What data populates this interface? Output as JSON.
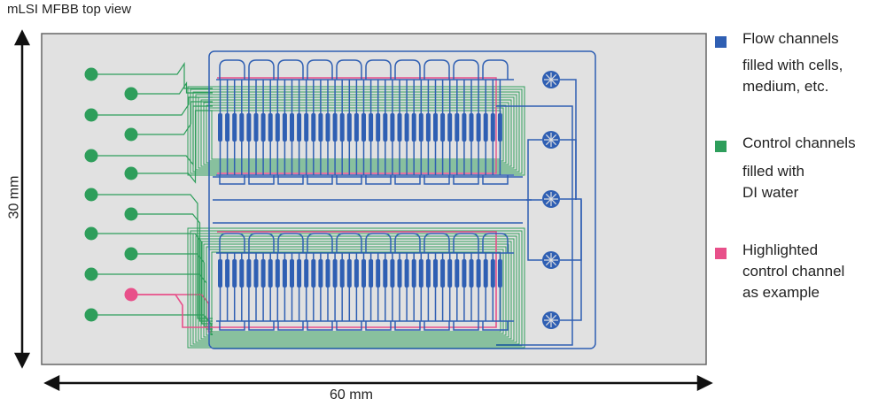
{
  "title": "mLSI MFBB top view",
  "dimensions": {
    "height": "30 mm",
    "width": "60 mm"
  },
  "colors": {
    "flow": "#2f5fb3",
    "control": "#2e9e5b",
    "highlight": "#e8508a",
    "chip": "#e1e1e1"
  },
  "legend": [
    {
      "label": "Flow channels",
      "desc": [
        "filled with cells,",
        "medium, etc."
      ],
      "color": "#2f5fb3"
    },
    {
      "label": "Control channels",
      "desc": [
        "filled with",
        "DI water"
      ],
      "color": "#2e9e5b"
    },
    {
      "label": "Highlighted",
      "desc": [
        "control channel",
        "as example"
      ],
      "color": "#e8508a"
    }
  ]
}
